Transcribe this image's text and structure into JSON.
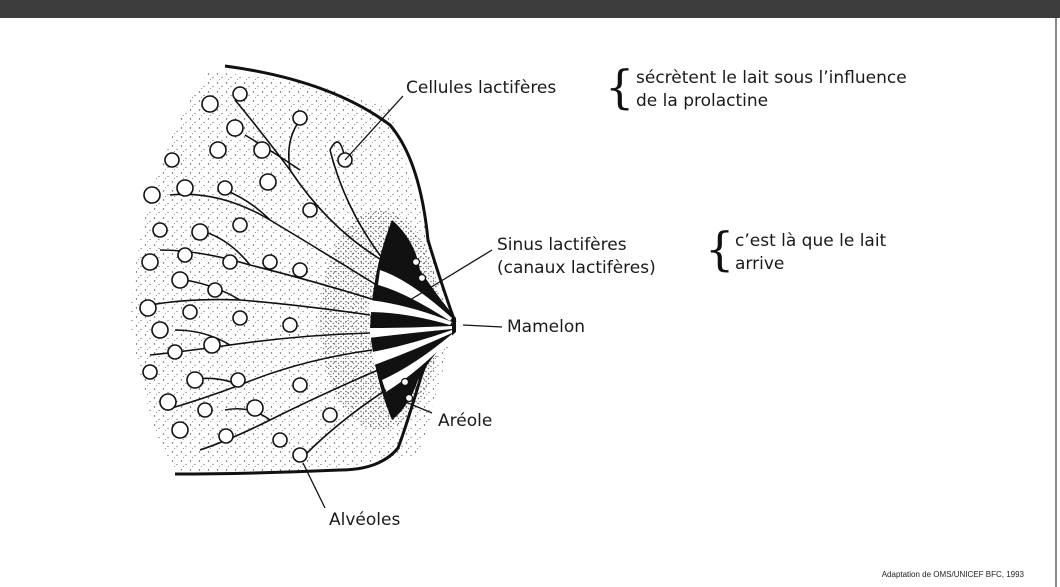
{
  "labels": {
    "cellules": "Cellules lactifères",
    "cellules_desc": [
      "sécrètent le lait sous l’influence",
      "de la prolactine"
    ],
    "sinus": [
      "Sinus lactifères",
      "(canaux lactifères)"
    ],
    "sinus_desc": [
      "c’est là que le lait",
      "arrive"
    ],
    "mamelon": "Mamelon",
    "areole": "Aréole",
    "alveoles": "Alvéoles"
  },
  "credit": "Adaptation de OMS/UNICEF BFC, 1993",
  "colors": {
    "header_bar": "#3c3c3c",
    "ink": "#111111",
    "border": "#8a8a8a"
  }
}
